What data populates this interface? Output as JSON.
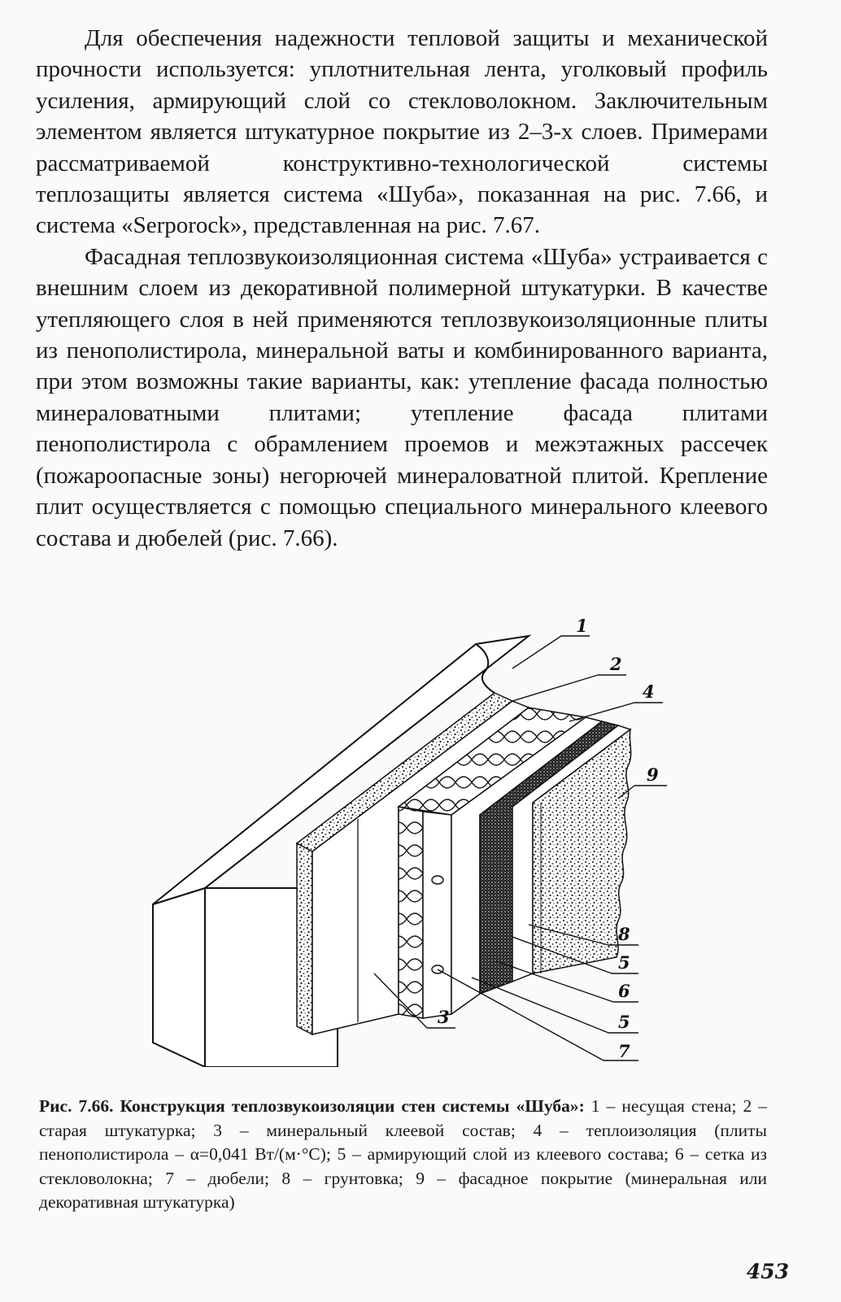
{
  "body": {
    "paragraphs": [
      "Для обеспечения надежности тепловой защиты и механической прочности используется: уплотнительная лента, уголковый профиль усиления, армирующий слой со стекловолокном. Заключительным элементом является штукатурное покрытие из 2–3-х слоев. Примерами рассматриваемой конструктивно-технологической системы теплозащиты является система «Шуба», показанная на рис. 7.66, и система «Serporock», представленная на рис. 7.67.",
      "Фасадная теплозвукоизоляционная система «Шуба» устраивается с внешним слоем из декоративной полимерной штукатурки. В качестве утепляющего слоя в ней применяются теплозвукоизоляционные плиты из пенополистирола, минеральной ваты и комбинированного варианта, при этом возможны такие варианты, как: утепление фасада полностью минераловатными плитами; утепление фасада плитами пенополистирола с обрамлением проемов и межэтажных рассечек (пожароопасные зоны) негорючей минераловатной плитой. Крепление плит осуществляется с помощью специального минерального клеевого состава и дюбелей (рис. 7.66)."
    ]
  },
  "figure": {
    "callouts": {
      "c1": "1",
      "c2": "2",
      "c4": "4",
      "c9": "9",
      "c8": "8",
      "c5a": "5",
      "c6": "6",
      "c5b": "5",
      "c3": "3",
      "c7": "7"
    }
  },
  "caption": {
    "lead": "Рис. 7.66. Конструкция теплозвукоизоляции стен системы «Шуба»:",
    "text": " 1 – несущая стена; 2 – старая штукатурка; 3 – минеральный клеевой состав; 4 – теплоизоляция (плиты пенополистирола – α=0,041 Вт/(м·°С); 5 – армирующий слой из клеевого состава; 6 – сетка из стекловолокна; 7 – дюбели; 8 – грунтовка; 9 – фасадное покрытие (минеральная или декоративная штукатурка)"
  },
  "page_number": "453"
}
